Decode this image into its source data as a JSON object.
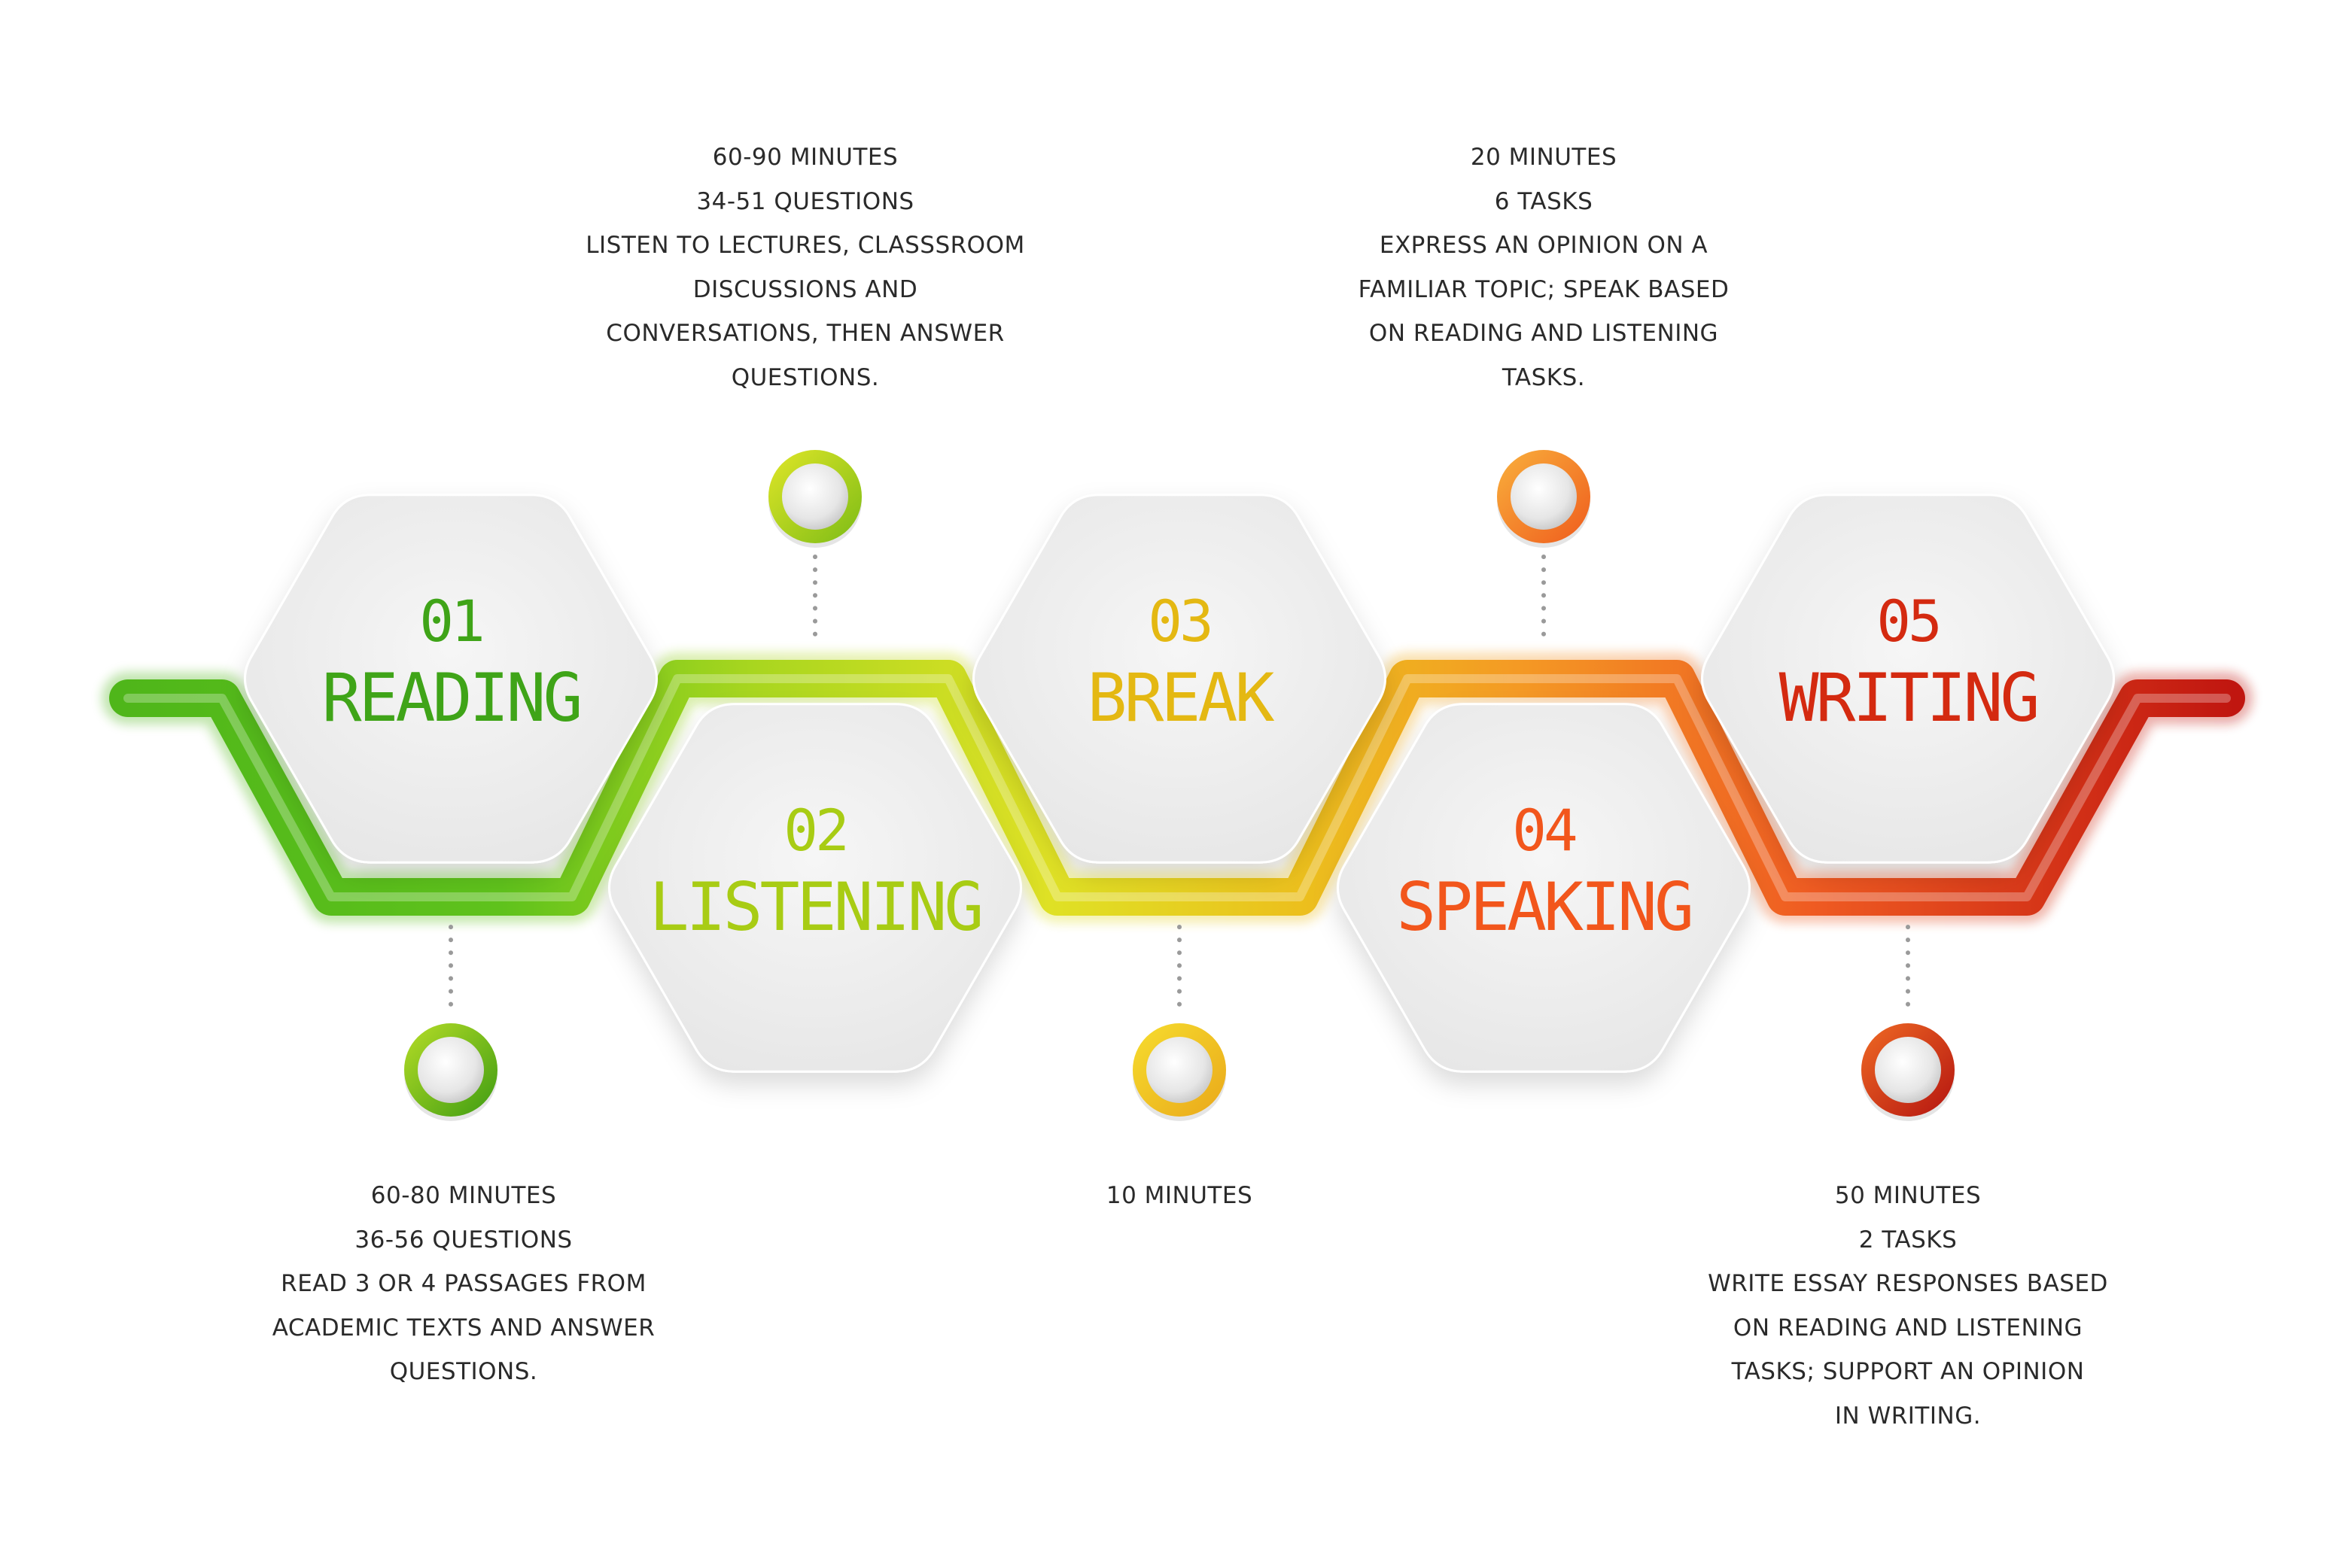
{
  "colors": {
    "green": "#5bbf1e",
    "dark_green": "#2f9a10",
    "lime": "#b8d820",
    "yellow": "#e8c817",
    "orange": "#f08a1c",
    "red_orange": "#ee4a1c",
    "red": "#c41a12",
    "hexagon_fill": "#efefef",
    "text": "#2a2a2a"
  },
  "steps": [
    {
      "number": "01",
      "title": "READING",
      "color": "#3fa418",
      "description": [
        "60-80 MINUTES",
        "36-56 QUESTIONS",
        "READ 3 OR 4 PASSAGES FROM",
        "ACADEMIC TEXTS AND ANSWER",
        "QUESTIONS."
      ]
    },
    {
      "number": "02",
      "title": "LISTENING",
      "color": "#a8cc14",
      "description": [
        "60-90 MINUTES",
        "34-51 QUESTIONS",
        "LISTEN TO LECTURES, CLASSSROOM",
        "DISCUSSIONS AND",
        "CONVERSATIONS, THEN ANSWER",
        "QUESTIONS."
      ]
    },
    {
      "number": "03",
      "title": "BREAK",
      "color": "#e4b812",
      "description": [
        "10 MINUTES"
      ]
    },
    {
      "number": "04",
      "title": "SPEAKING",
      "color": "#f2561c",
      "description": [
        "20 MINUTES",
        "6 TASKS",
        "EXPRESS AN OPINION ON A",
        "FAMILIAR TOPIC; SPEAK BASED",
        "ON READING AND LISTENING",
        "TASKS."
      ]
    },
    {
      "number": "05",
      "title": "WRITING",
      "color": "#d42a10",
      "description": [
        "50 MINUTES",
        "2 TASKS",
        "WRITE ESSAY RESPONSES BASED",
        "ON READING AND LISTENING",
        "TASKS; SUPPORT AN OPINION",
        "IN WRITING."
      ]
    }
  ]
}
